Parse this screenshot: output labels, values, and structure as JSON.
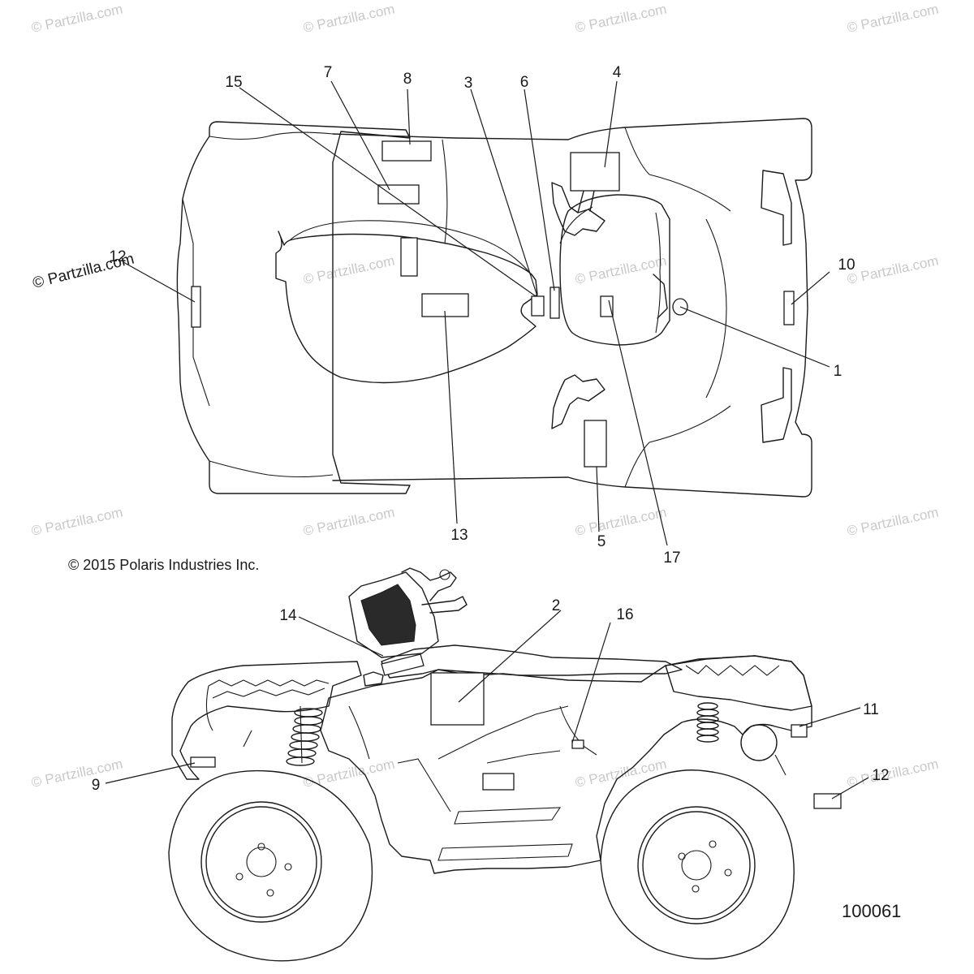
{
  "copyright": "© 2015 Polaris Industries Inc.",
  "figure_number": "100061",
  "watermark": "© Partzilla.com",
  "watermark_prominent": "© Partzilla.com",
  "callouts": {
    "c1": "1",
    "c2": "2",
    "c3": "3",
    "c4": "4",
    "c5": "5",
    "c6": "6",
    "c7": "7",
    "c8": "8",
    "c9": "9",
    "c10": "10",
    "c11": "11",
    "c12": "12",
    "c13": "13",
    "c14": "14",
    "c15": "15",
    "c16": "16",
    "c17": "17"
  }
}
